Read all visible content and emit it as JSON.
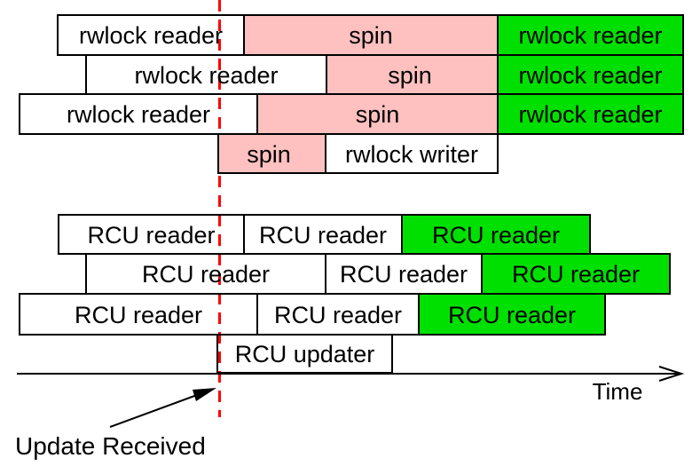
{
  "colors": {
    "spin_fill": "#ffc0c0",
    "post_update_reader_fill": "#00e000",
    "box_fill": "#ffffff",
    "outline": "#000000",
    "update_marker": "#ff0000"
  },
  "rwlock": {
    "rows": [
      {
        "cells": [
          {
            "label": "rwlock reader"
          },
          {
            "label": "spin"
          },
          {
            "label": "rwlock reader"
          }
        ]
      },
      {
        "cells": [
          {
            "label": "rwlock reader"
          },
          {
            "label": "spin"
          },
          {
            "label": "rwlock reader"
          }
        ]
      },
      {
        "cells": [
          {
            "label": "rwlock reader"
          },
          {
            "label": "spin"
          },
          {
            "label": "rwlock reader"
          }
        ]
      },
      {
        "cells": [
          {
            "label": "spin"
          },
          {
            "label": "rwlock writer"
          }
        ]
      }
    ]
  },
  "rcu": {
    "rows": [
      {
        "cells": [
          {
            "label": "RCU reader"
          },
          {
            "label": "RCU reader"
          },
          {
            "label": "RCU reader"
          }
        ]
      },
      {
        "cells": [
          {
            "label": "RCU reader"
          },
          {
            "label": "RCU reader"
          },
          {
            "label": "RCU reader"
          }
        ]
      },
      {
        "cells": [
          {
            "label": "RCU reader"
          },
          {
            "label": "RCU reader"
          },
          {
            "label": "RCU reader"
          }
        ]
      },
      {
        "cells": [
          {
            "label": "RCU updater"
          }
        ]
      }
    ]
  },
  "axis": {
    "label": "Time"
  },
  "annotation": {
    "label": "Update Received"
  }
}
